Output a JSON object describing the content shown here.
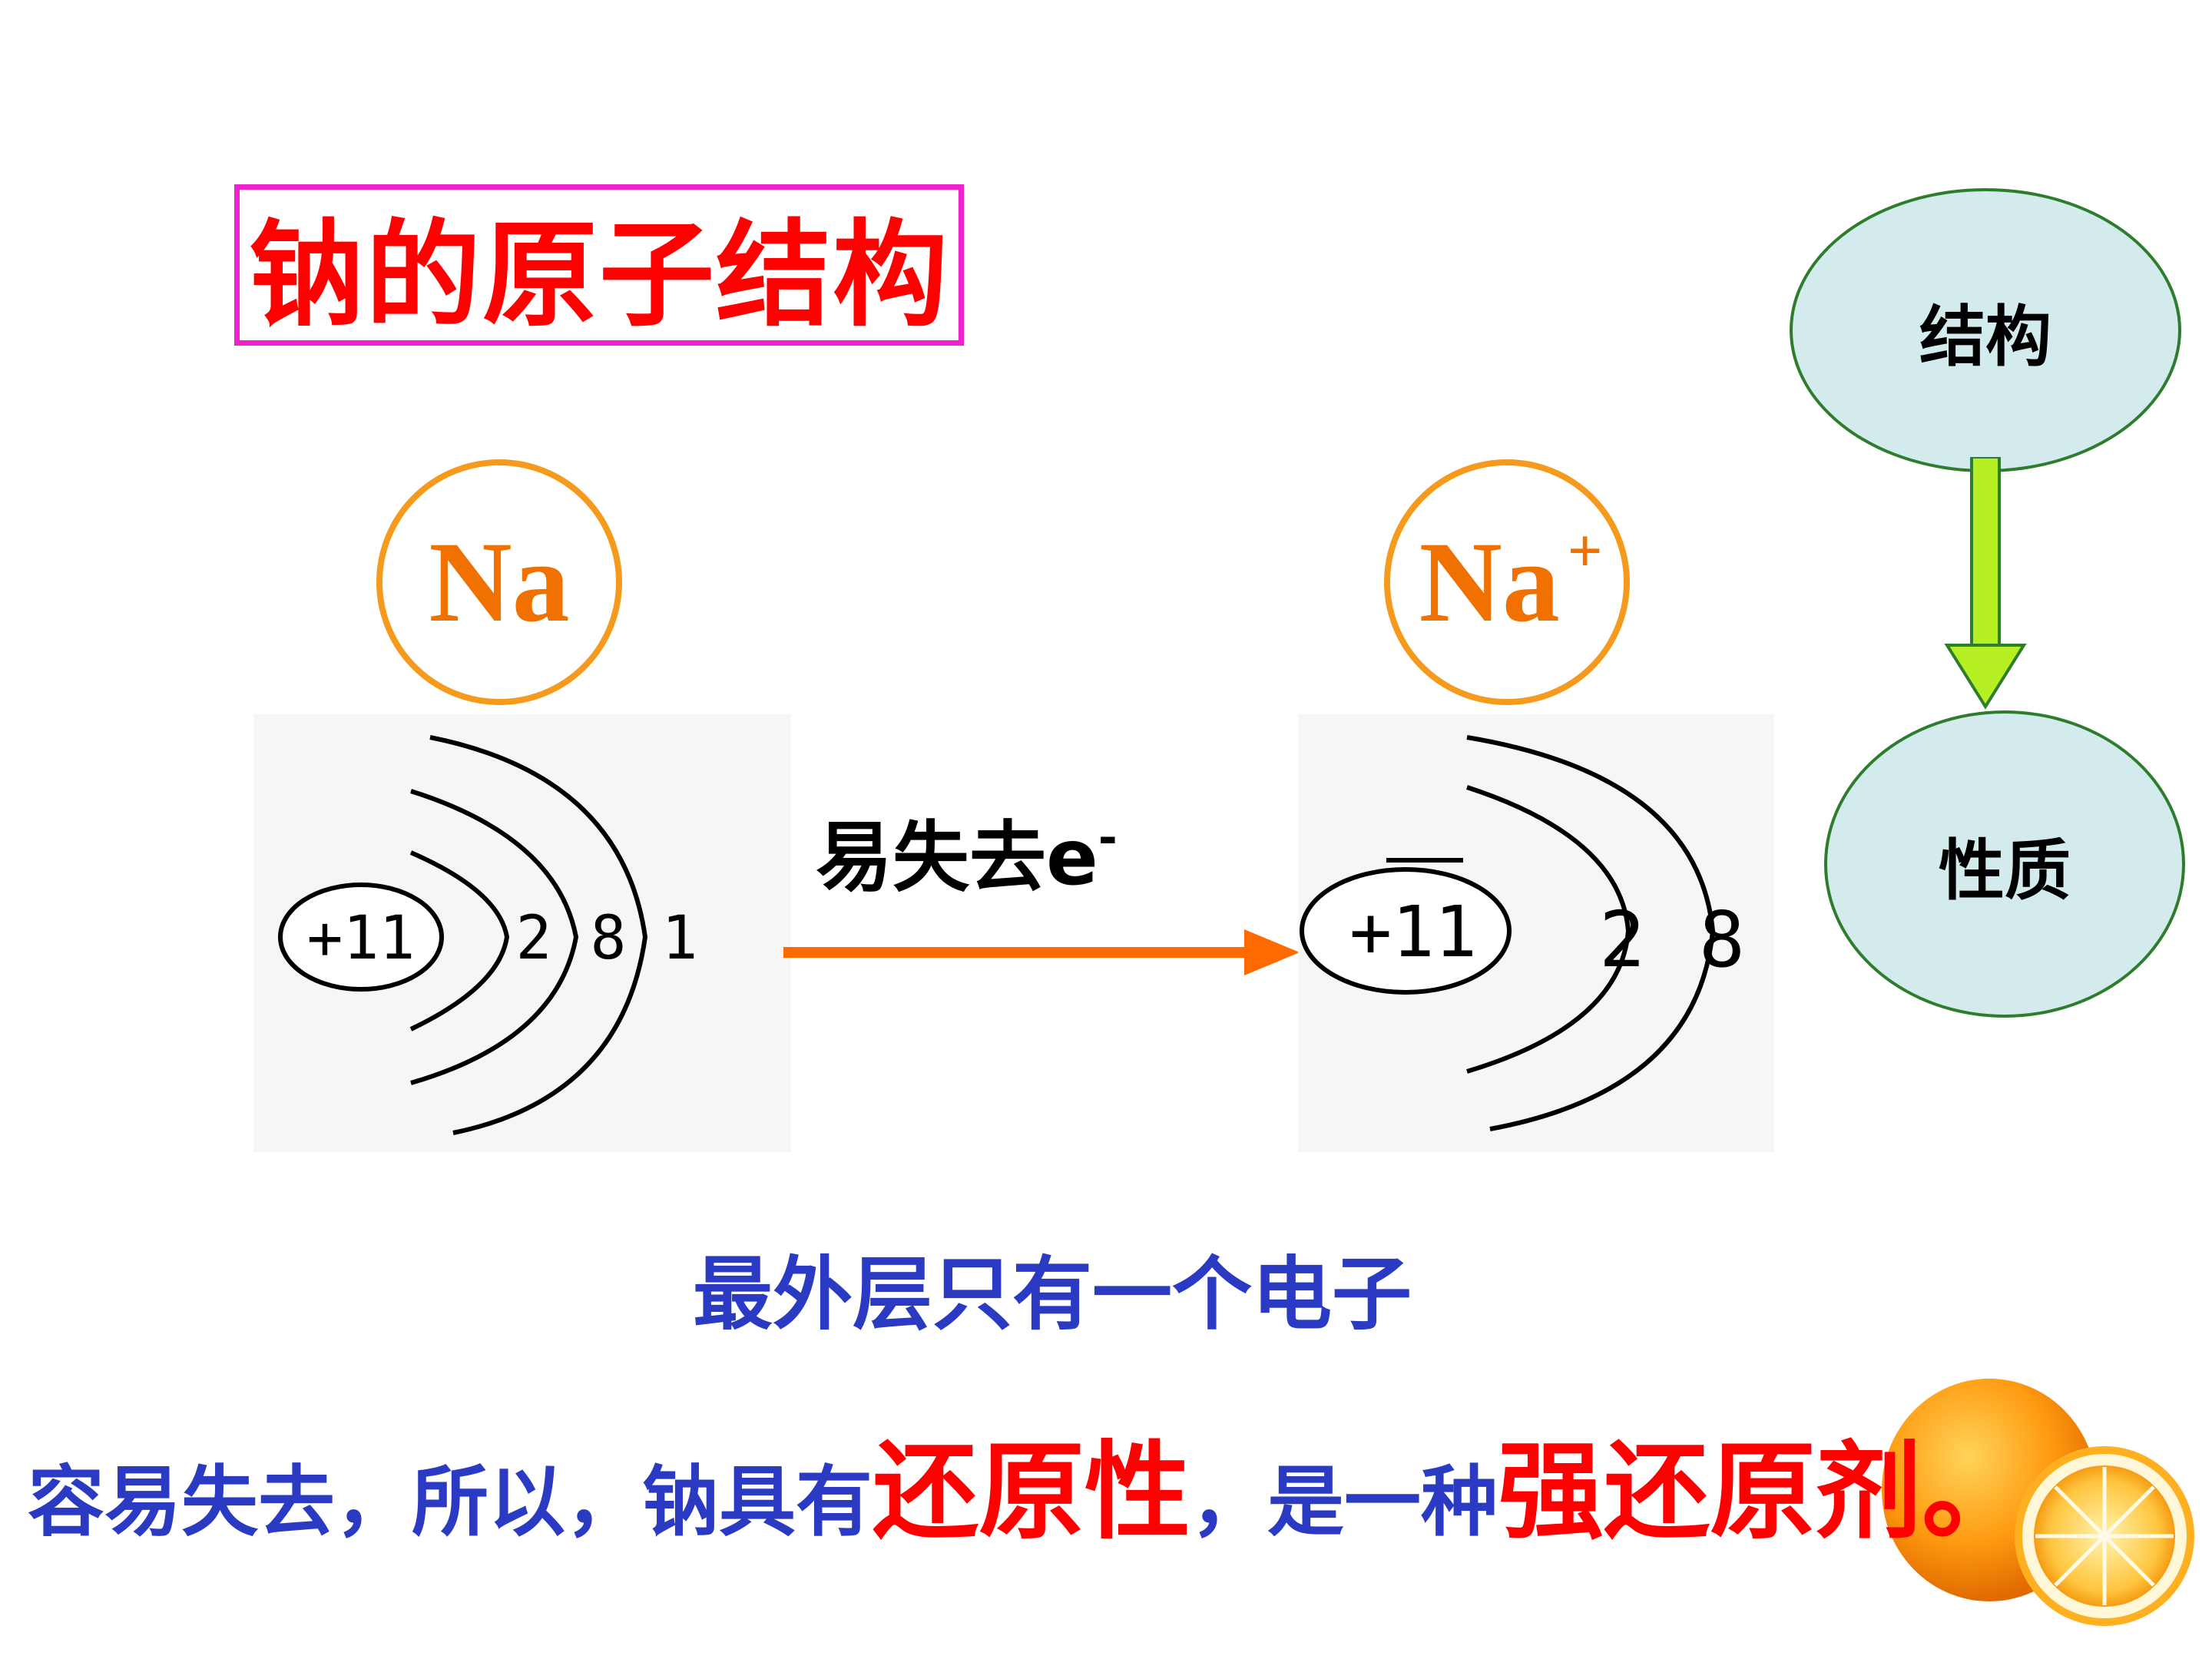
{
  "title": "钠的原子结构",
  "atom": {
    "symbol": "Na",
    "nucleus": "+11",
    "shells": [
      "2",
      "8",
      "1"
    ]
  },
  "ion": {
    "symbol": "Na",
    "charge": "+",
    "nucleus": "+11",
    "shells": [
      "2",
      "8"
    ]
  },
  "arrow_label": {
    "text": "易失去e",
    "superscript": "-"
  },
  "flow": {
    "top": "结构",
    "bottom": "性质"
  },
  "caption": {
    "line1": "最外层只有一个电子",
    "line2_parts": [
      {
        "text": "容易失去，所以，钠具有",
        "color": "#2a3ac2"
      },
      {
        "text": "还原性",
        "color": "#ff0000"
      },
      {
        "text": "，是一种",
        "color": "#2a3ac2"
      },
      {
        "text": "强还原剂",
        "color": "#ff0000"
      },
      {
        "text": "。",
        "color": "#ff0000"
      }
    ]
  },
  "colors": {
    "title": "#ff0000",
    "title_border": "#ee22cc",
    "symbol": "#f07000",
    "circle": "#f59a1c",
    "arrow": "#ff6a00",
    "flow_fill": "#d3ebec",
    "flow_border": "#2e7d2e",
    "flow_arrow": "#b6f022",
    "caption": "#2a3ac2"
  }
}
